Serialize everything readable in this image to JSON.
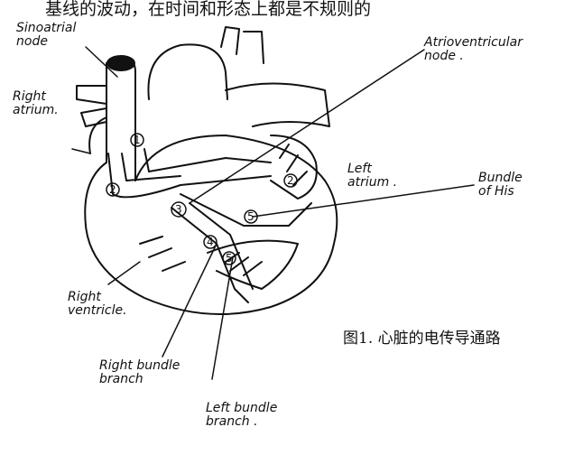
{
  "caption_top": "基线的波动，在时间和形态上都是不规则的",
  "figure_caption": "图1. 心脏的电传导通路",
  "labels": {
    "sinoatrial_node": "Sinoatrial\nnode",
    "right_atrium": "Right\natrium.",
    "atrioventricular_node": "Atrioventricular\nnode .",
    "left_atrium": "Left\natrium .",
    "bundle_of_his": "Bundle\nof His",
    "right_ventricle": "Right\nventricle.",
    "right_bundle_branch": "Right bundle\nbranch",
    "left_bundle_branch": "Left bundle\nbranch ."
  },
  "markers": [
    "1",
    "2",
    "2",
    "3",
    "5",
    "4",
    "5"
  ]
}
